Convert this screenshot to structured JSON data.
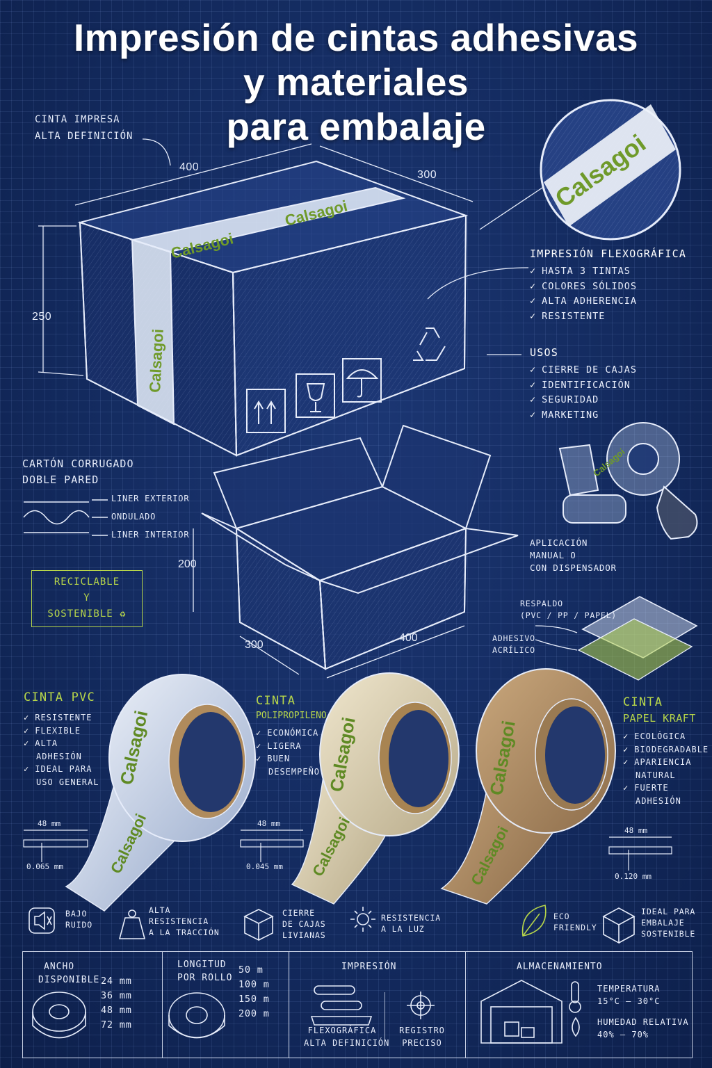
{
  "title": {
    "line1": "Impresión de cintas adhesivas",
    "line2": "y materiales",
    "line3": "para embalaje"
  },
  "brand": "Calsagoi",
  "colors": {
    "background": "#13275a",
    "accent_green": "#b7d64a",
    "line": "#e6ecfa"
  },
  "callouts": {
    "printed_tape": {
      "line1": "CINTA IMPRESA",
      "line2": "ALTA DEFINICIÓN"
    }
  },
  "dimensions": {
    "box_width": "400",
    "box_depth": "300",
    "box_height": "250",
    "open_height": "200",
    "open_depth": "300",
    "open_width": "400"
  },
  "flexo": {
    "heading": "IMPRESIÓN FLEXOGRÁFICA",
    "items": [
      "HASTA 3 TINTAS",
      "COLORES SÓLIDOS",
      "ALTA ADHERENCIA",
      "RESISTENTE"
    ]
  },
  "uses": {
    "heading": "USOS",
    "items": [
      "CIERRE DE CAJAS",
      "IDENTIFICACIÓN",
      "SEGURIDAD",
      "MARKETING"
    ]
  },
  "corrugated": {
    "line1": "CARTÓN CORRUGADO",
    "line2": "DOBLE PARED",
    "layers": [
      "LINER EXTERIOR",
      "ONDULADO",
      "LINER INTERIOR"
    ]
  },
  "recycle_box": {
    "line1": "RECICLABLE",
    "line2": "Y",
    "line3": "SOSTENIBLE"
  },
  "dispenser": {
    "line1": "APLICACIÓN",
    "line2": "MANUAL O",
    "line3": "CON DISPENSADOR"
  },
  "layers_detail": {
    "backing_line1": "RESPALDO",
    "backing_line2": "(PVC / PP / PAPEL)",
    "adhesive_line1": "ADHESIVO",
    "adhesive_line2": "ACRÍLICO"
  },
  "tapes": [
    {
      "title_line1": "CINTA PVC",
      "title_line2": "",
      "features": [
        [
          "RESISTENTE"
        ],
        [
          "FLEXIBLE"
        ],
        [
          "ALTA",
          "ADHESIÓN"
        ],
        [
          "IDEAL PARA",
          "USO GENERAL"
        ]
      ],
      "width": "48 mm",
      "thickness": "0.065 mm"
    },
    {
      "title_line1": "CINTA",
      "title_line2": "POLIPROPILENO",
      "features": [
        [
          "ECONÓMICA"
        ],
        [
          "LIGERA"
        ],
        [
          "BUEN",
          "DESEMPEÑO"
        ]
      ],
      "width": "48 mm",
      "thickness": "0.045 mm"
    },
    {
      "title_line1": "CINTA",
      "title_line2": "PAPEL KRAFT",
      "features": [
        [
          "ECOLÓGICA"
        ],
        [
          "BIODEGRADABLE"
        ],
        [
          "APARIENCIA",
          "NATURAL"
        ],
        [
          "FUERTE",
          "ADHESIÓN"
        ]
      ],
      "width": "48 mm",
      "thickness": "0.120 mm"
    }
  ],
  "feature_icons": [
    {
      "icon": "speaker-mute-icon",
      "line1": "BAJO",
      "line2": "RUIDO",
      "line3": ""
    },
    {
      "icon": "weight-icon",
      "line1": "ALTA",
      "line2": "RESISTENCIA",
      "line3": "A LA TRACCIÓN"
    },
    {
      "icon": "box-icon",
      "line1": "CIERRE",
      "line2": "DE CAJAS",
      "line3": "LIVIANAS"
    },
    {
      "icon": "sun-icon",
      "line1": "RESISTENCIA",
      "line2": "A LA LUZ",
      "line3": ""
    },
    {
      "icon": "leaf-icon",
      "line1": "ECO",
      "line2": "FRIENDLY",
      "line3": ""
    },
    {
      "icon": "package-icon",
      "line1": "IDEAL PARA",
      "line2": "EMBALAJE",
      "line3": "SOSTENIBLE"
    }
  ],
  "table": {
    "width": {
      "h1": "ANCHO",
      "h2": "DISPONIBLE",
      "values": [
        "24 mm",
        "36 mm",
        "48 mm",
        "72 mm"
      ]
    },
    "length": {
      "h1": "LONGITUD",
      "h2": "POR ROLLO",
      "values": [
        "50 m",
        "100 m",
        "150 m",
        "200 m"
      ]
    },
    "printing": {
      "heading": "IMPRESIÓN",
      "flexo_line1": "FLEXOGRÁFICA",
      "flexo_line2": "ALTA DEFINICIÓN",
      "reg_line1": "REGISTRO",
      "reg_line2": "PRECISO"
    },
    "storage": {
      "heading": "ALMACENAMIENTO",
      "temp_label": "TEMPERATURA",
      "temp_value": "15°C – 30°C",
      "hum_label": "HUMEDAD RELATIVA",
      "hum_value": "40% – 70%"
    }
  }
}
